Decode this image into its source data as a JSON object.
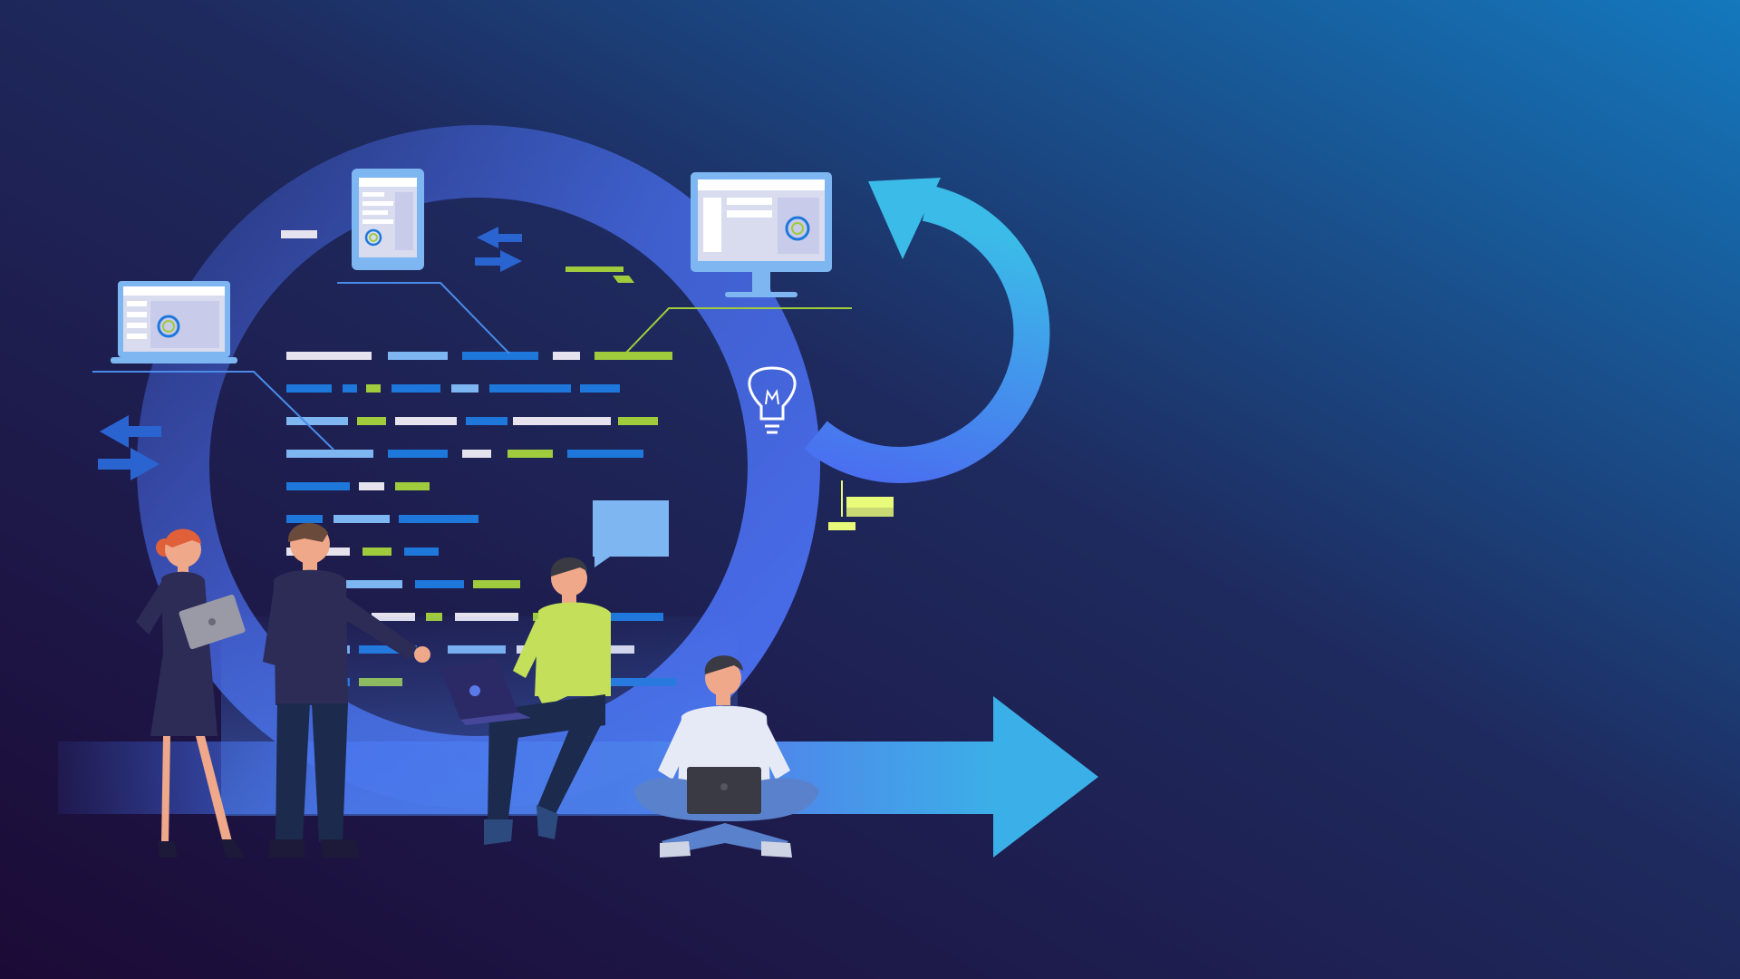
{
  "colors": {
    "bg_dark": "#1c0a36",
    "bg_mid": "#1e2a5e",
    "bg_light": "#1478bd",
    "ring": "#4a6ff0",
    "arrow_light": "#3bb0e8",
    "code_white": "#e6e2ee",
    "code_light_blue": "#7eb6f2",
    "code_blue": "#1e78dc",
    "code_green": "#9fcb3c",
    "accent_yellow": "#e8fa7a",
    "skin": "#f0a88a",
    "hair_red": "#e0603a",
    "suit_navy": "#2c2c56",
    "shirt_green": "#c4e05a",
    "jeans": "#5a82cc"
  },
  "icons": [
    "laptop-icon",
    "tablet-icon",
    "monitor-icon",
    "lightbulb-icon",
    "speech-bubble-icon",
    "refresh-arrow-icon",
    "forward-arrow-icon",
    "exchange-arrows-icon"
  ],
  "people": [
    "woman-with-tablet",
    "man-in-suit",
    "man-with-laptop-sitting",
    "man-cross-legged-with-laptop"
  ]
}
